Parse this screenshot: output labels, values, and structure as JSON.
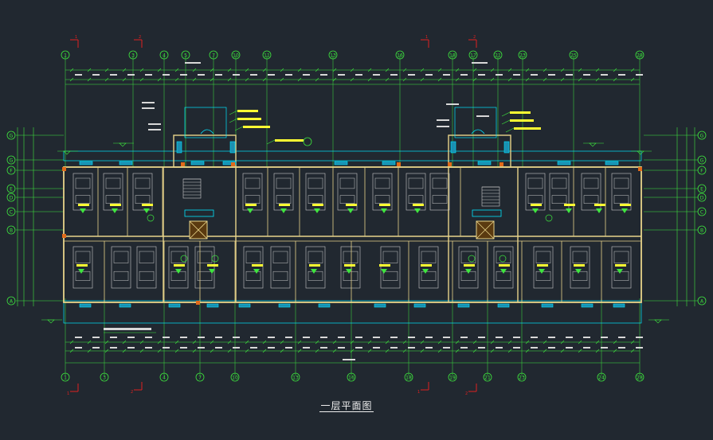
{
  "drawing": {
    "title": "一层平面图",
    "colors": {
      "background": "#212830",
      "axis": "#3ee63e",
      "wall": "#e8d48a",
      "window": "#00e5ff",
      "furniture": "#c8c8c8",
      "section": "#e02020",
      "label": "#ffff33"
    },
    "top_axes": [
      "1",
      "3",
      "4",
      "5",
      "7",
      "10",
      "11",
      "13",
      "16",
      "18",
      "17",
      "21",
      "23",
      "25",
      "28"
    ],
    "bottom_axes": [
      "1",
      "3",
      "4",
      "7",
      "10",
      "13",
      "16",
      "18",
      "19",
      "21",
      "23",
      "24",
      "28"
    ],
    "left_axes": [
      "G",
      "G",
      "F",
      "E",
      "D",
      "C",
      "B",
      "A"
    ],
    "right_axes": [
      "G",
      "G",
      "F",
      "E",
      "D",
      "C",
      "B",
      "A"
    ],
    "section_marks": [
      "1",
      "2",
      "1",
      "2"
    ]
  }
}
